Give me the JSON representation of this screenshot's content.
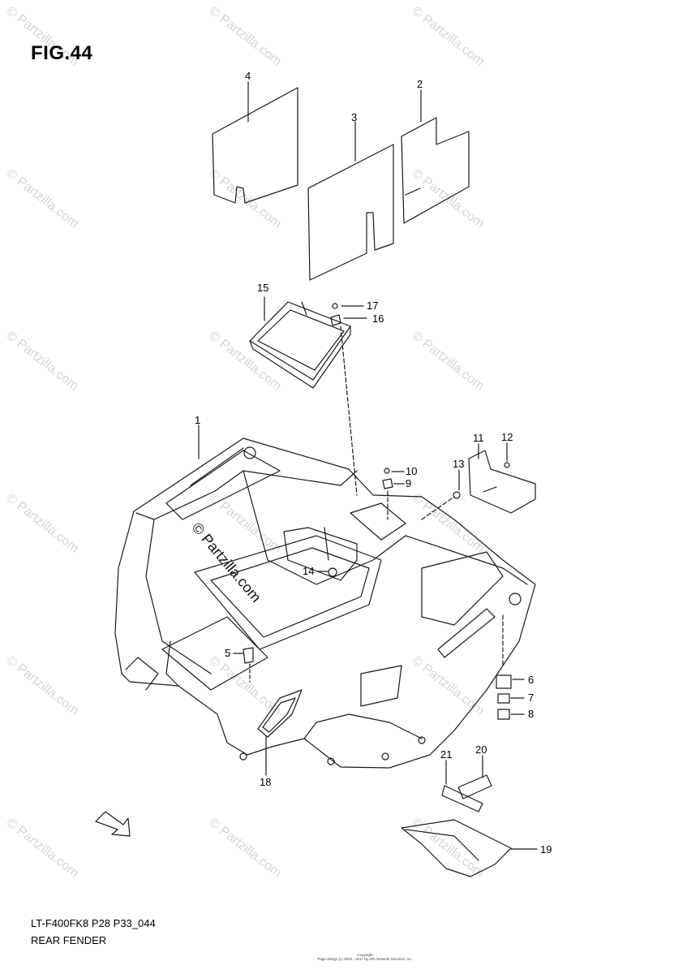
{
  "figure": {
    "title": "FIG.44",
    "model_code": "LT-F400FK8 P28 P33_044",
    "section_name": "REAR FENDER",
    "copyright_line1": "Copyright",
    "copyright_line2": "Page design (c) 2004 - 2017 by ARI Network Services, Inc."
  },
  "watermark": {
    "text": "© Partzilla.com",
    "diagram_text": "© Partzilla.com"
  },
  "callouts": [
    "1",
    "2",
    "3",
    "4",
    "5",
    "6",
    "7",
    "8",
    "9",
    "10",
    "11",
    "12",
    "13",
    "14",
    "15",
    "16",
    "17",
    "18",
    "19",
    "20",
    "21"
  ],
  "icons": {
    "front_arrow": "fwd-arrow-icon"
  },
  "colors": {
    "line": "#1a1a1a",
    "watermark": "#d6d6d6"
  }
}
